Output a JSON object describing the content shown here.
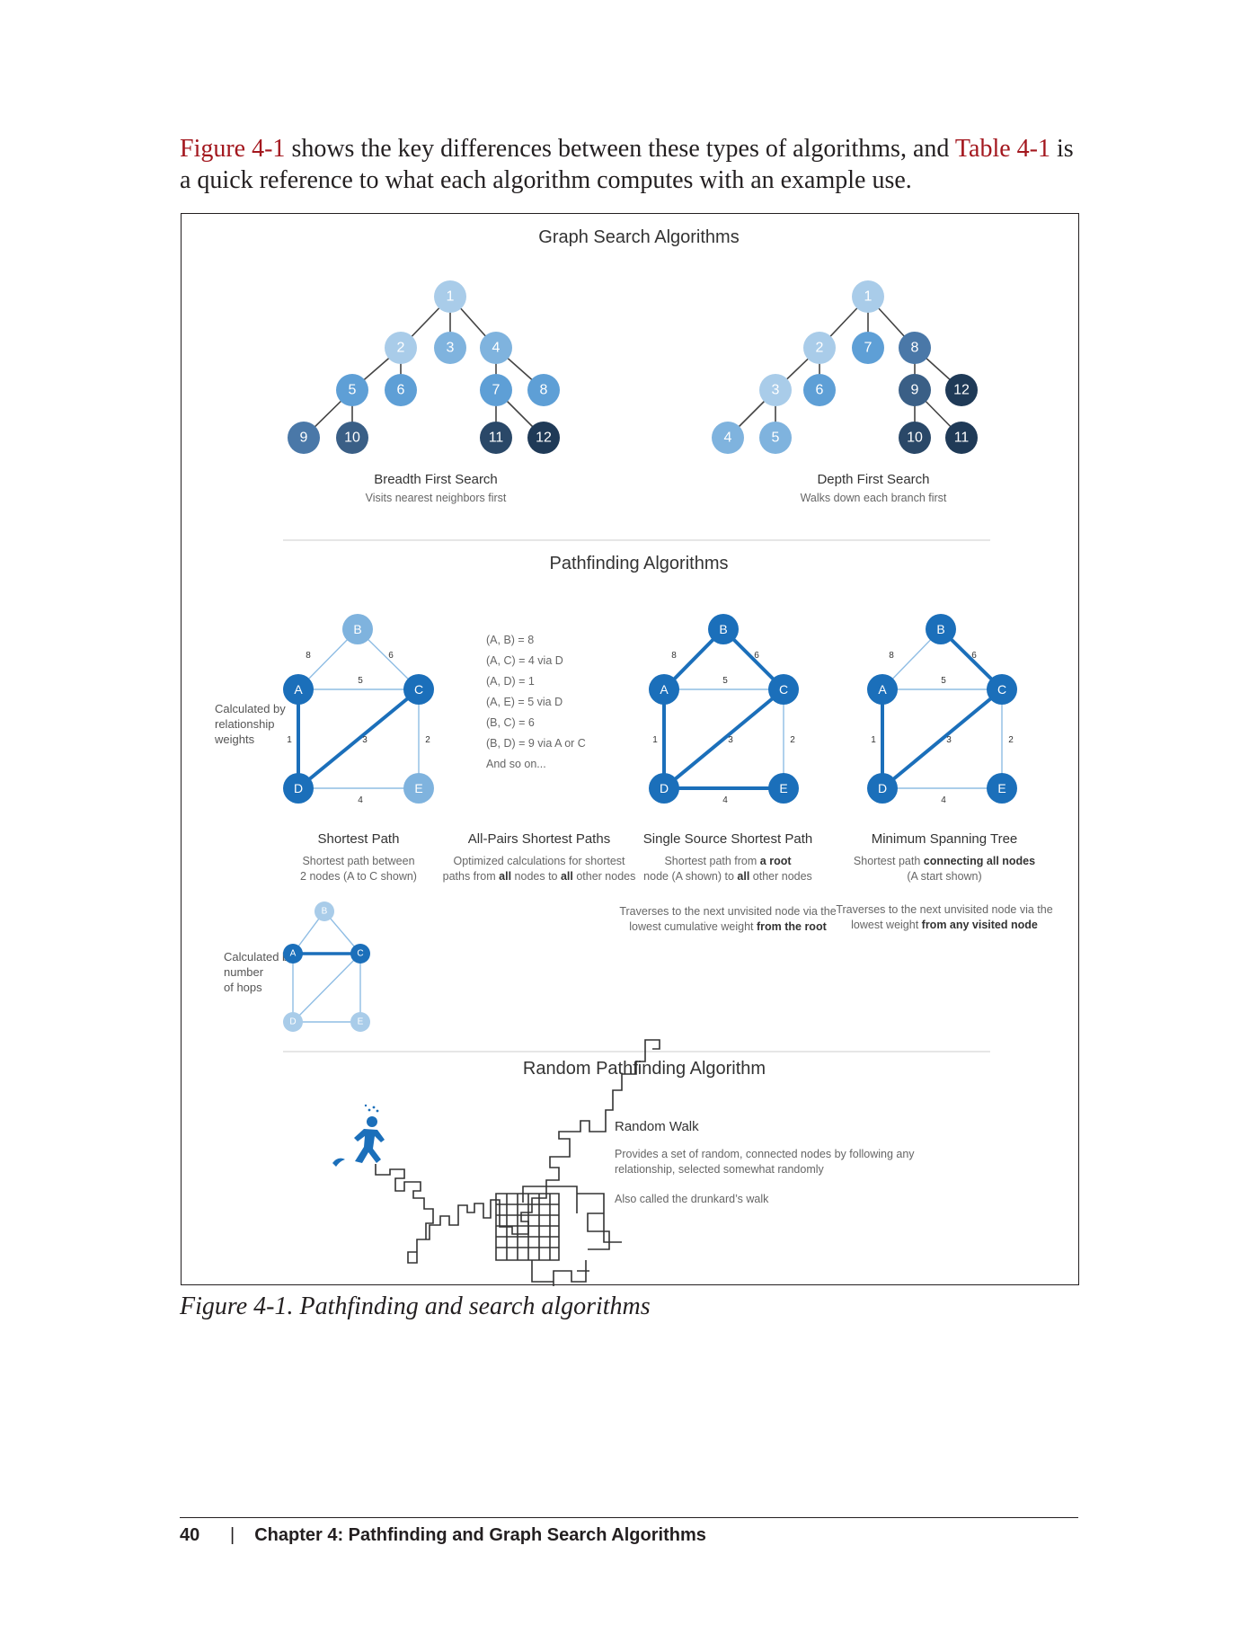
{
  "intro": {
    "ref1": "Figure 4-1",
    "text1": " shows the key differences between these types of algorithms, and ",
    "ref2": "Table 4-1",
    "text2": " is a quick reference to what each algorithm computes with an example use."
  },
  "figure": {
    "caption": "Figure 4-1. Pathfinding and search algorithms",
    "search": {
      "title": "Graph Search Algorithms",
      "bfs": {
        "label": "Breadth First Search",
        "sub": "Visits nearest neighbors first",
        "nodes": [
          "1",
          "2",
          "3",
          "4",
          "5",
          "6",
          "7",
          "8",
          "9",
          "10",
          "11",
          "12"
        ]
      },
      "dfs": {
        "label": "Depth First Search",
        "sub": "Walks down each branch first",
        "nodes": [
          "1",
          "2",
          "7",
          "8",
          "3",
          "6",
          "9",
          "12",
          "4",
          "5",
          "10",
          "11"
        ]
      }
    },
    "pathfinding": {
      "title": "Pathfinding Algorithms",
      "side_weights": [
        "Calculated by",
        "relationship",
        "weights"
      ],
      "side_hops": [
        "Calculated by",
        "number",
        "of hops"
      ],
      "node_labels": [
        "A",
        "B",
        "C",
        "D",
        "E"
      ],
      "edge_weights": {
        "ab": "8",
        "bc": "6",
        "ac": "5",
        "ad": "1",
        "dc": "3",
        "ce": "2",
        "de": "4"
      },
      "pairs": [
        "(A, B) = 8",
        "(A, C) = 4 via D",
        "(A, D) = 1",
        "(A, E) = 5 via D",
        "(B, C) = 6",
        "(B, D) = 9 via A or C",
        "And so on..."
      ],
      "shortest": {
        "label": "Shortest Path",
        "desc1": "Shortest path between",
        "desc2": "2 nodes (A to C shown)"
      },
      "allpairs": {
        "label": "All-Pairs Shortest Paths",
        "desc1": "Optimized calculations for shortest",
        "desc2a": "paths from ",
        "desc2b": "all",
        "desc2c": " nodes to ",
        "desc2d": "all",
        "desc2e": " other nodes"
      },
      "sssp": {
        "label": "Single Source Shortest Path",
        "desc1a": "Shortest path from ",
        "desc1b": "a root",
        "desc2a": "node (A shown) to ",
        "desc2b": "all",
        "desc2c": " other nodes",
        "note1": "Traverses to the next unvisited node via the",
        "note2a": "lowest cumulative weight ",
        "note2b": "from the root"
      },
      "mst": {
        "label": "Minimum Spanning Tree",
        "desc1a": "Shortest path ",
        "desc1b": "connecting all nodes",
        "desc2": "(A start shown)",
        "note1": "Traverses to the next unvisited node via the",
        "note2a": "lowest weight ",
        "note2b": "from any visited node"
      }
    },
    "random": {
      "title": "Random Pathfinding Algorithm",
      "label": "Random Walk",
      "desc1": "Provides a set of random, connected nodes by following any",
      "desc2": "relationship, selected somewhat  randomly",
      "desc3": "Also called the drunkard’s walk"
    }
  },
  "footer": {
    "page_number": "40",
    "separator": "|",
    "chapter": "Chapter 4: Pathfinding and Graph Search Algorithms"
  },
  "colors": {
    "light_node": "#a9cce9",
    "mid_node": "#5e9fd6",
    "steel_node": "#4a78a8",
    "dark_node": "#1f3a57",
    "path_blue": "#1b6fba",
    "caption_red": "#a3171e"
  }
}
